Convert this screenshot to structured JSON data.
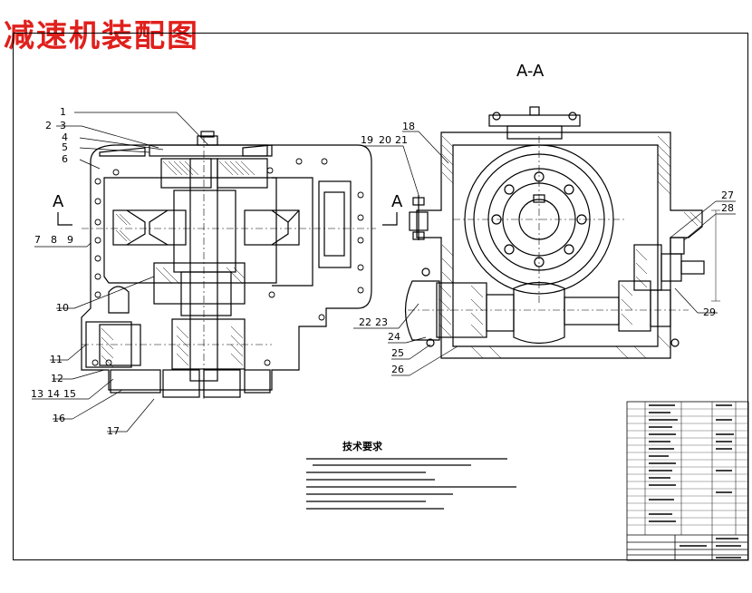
{
  "title": "减速机装配图",
  "section_label": "A-A",
  "left_view_labels": [
    "A",
    "A"
  ],
  "part_numbers": [
    "1",
    "2",
    "3",
    "4",
    "5",
    "6",
    "7",
    "8",
    "9",
    "10",
    "11",
    "12",
    "13",
    "14",
    "15",
    "16",
    "17",
    "18",
    "19",
    "20",
    "21",
    "22",
    "23",
    "24",
    "25",
    "26",
    "27",
    "28",
    "29"
  ],
  "technical_requirements": {
    "title": "技术要求"
  },
  "colors": {
    "title": "#e0201c",
    "ink": "#000000",
    "paper": "#ffffff"
  }
}
